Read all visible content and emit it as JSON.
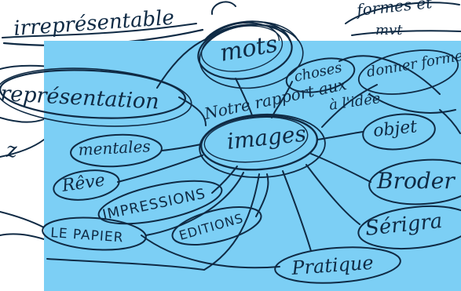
{
  "words": {
    "irrepresentable": "irreprésentable",
    "formes_top": "formes et",
    "mvt": "mvt",
    "mots": "mots",
    "representation": "représentation",
    "choses": "choses",
    "notre_rapport_aux": "Notre rapport aux",
    "images": "images",
    "donner_forme": "donner forme",
    "a_l_idee": "à l'idée",
    "objet": "objet",
    "mentales": "mentales",
    "reve": "Rêve",
    "impressions": "IMPRESSIONS",
    "broderie": "Broder",
    "le_papier": "LE PAPIER",
    "editions": "EDITIONS",
    "serigraphie": "Sérigra",
    "pratiques": "Pratique",
    "z_fragment": "z"
  },
  "overlay_color": "#7ccff5",
  "ink_color": "#0f2a44"
}
